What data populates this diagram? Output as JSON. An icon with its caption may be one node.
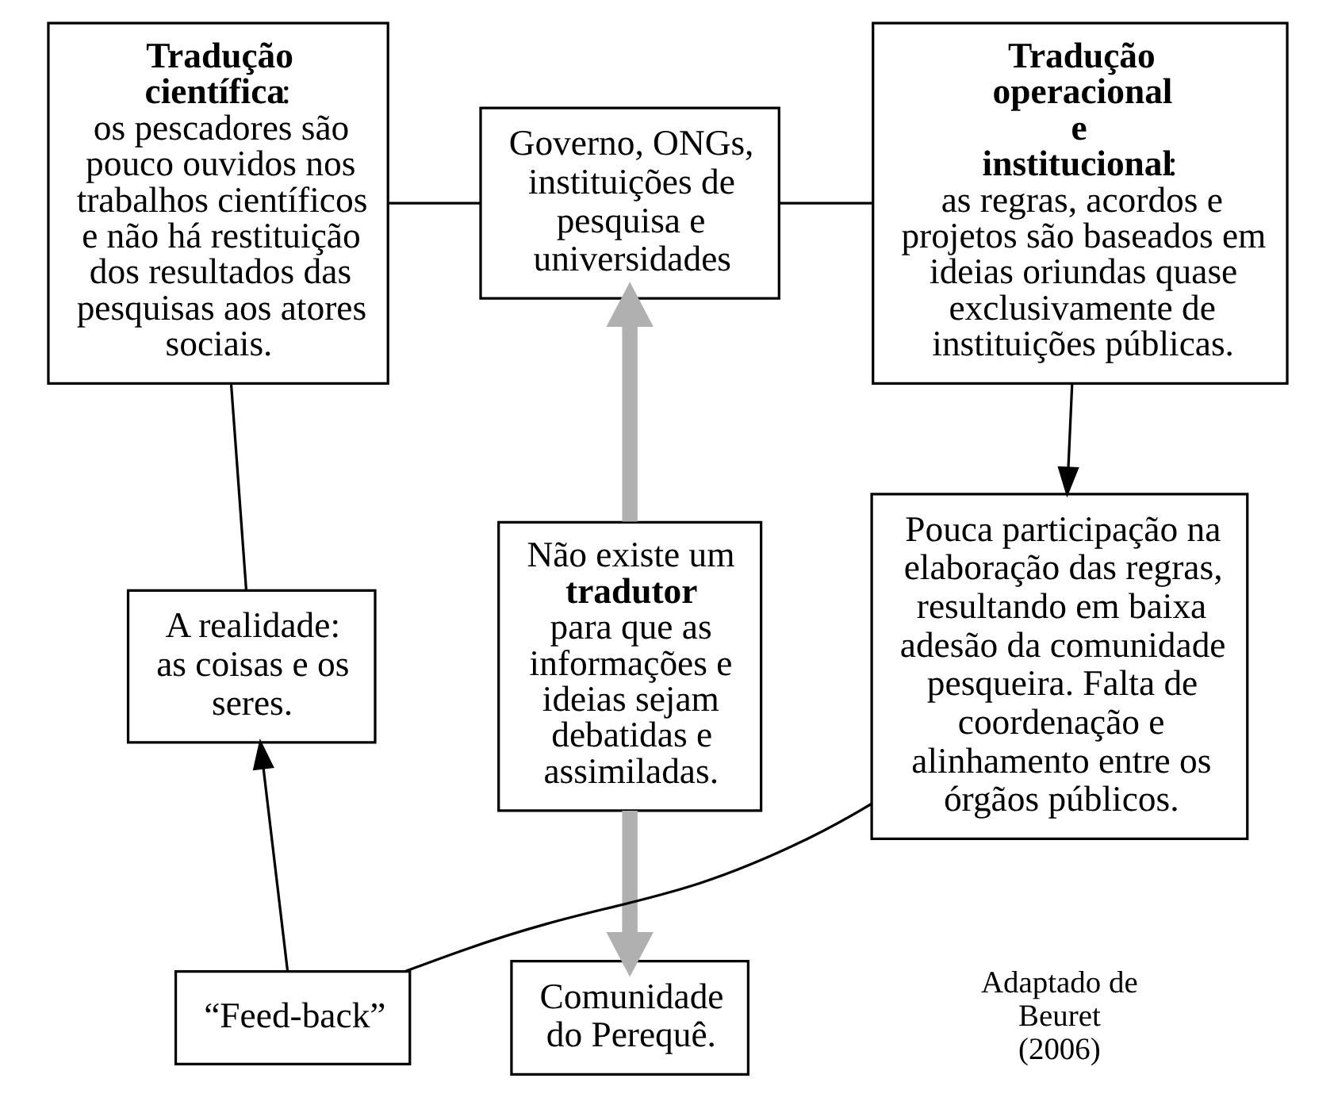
{
  "diagram": {
    "nodes": [
      {
        "text": [
          "Governo, ONGs, instituições de pesquisa e universidades"
        ]
      },
      {
        "text": [
          "**Tradução científica**: os pescadores são pouco ouvidos nos trabalhos científicos e não há restituição dos resultados das pesquisas aos atores sociais."
        ]
      },
      {
        "text": [
          "**Tradução operacional e institucional**: as regras, acordos e projetos são baseados em ideias oriundas quase exclusivamente de instituições públicas."
        ]
      },
      {
        "text": [
          "Não existe um **tradutor** para que as informações e ideias sejam debatidas e assimiladas."
        ]
      },
      {
        "text": [
          "A realidade: as coisas e os seres."
        ]
      },
      {
        "text": [
          "Pouca participação na elaboração das regras, resultando em baixa adesão da comunidade pesqueira. Falta de coordenação e alinhamento entre os órgãos públicos."
        ]
      },
      {
        "text": [
          "Comunidade do Perequê."
        ]
      },
      {
        "text": [
          "“Feed-back”"
        ]
      }
    ],
    "edges": [
      {
        "from": 4,
        "to": 1,
        "arrow": "none"
      },
      {
        "from": 1,
        "to": 0,
        "arrow": "none"
      },
      {
        "from": 0,
        "to": 2,
        "arrow": "none"
      },
      {
        "from": 2,
        "to": 5,
        "arrow": "to"
      },
      {
        "from": 5,
        "to": 7,
        "arrow": "none"
      },
      {
        "from": 7,
        "to": 4,
        "arrow": "to"
      },
      {
        "from": 3,
        "to": 0,
        "arrow": "to",
        "style": "thick",
        "color": "#b0b0b0"
      },
      {
        "from": 3,
        "to": 6,
        "arrow": "to",
        "style": "thick",
        "color": "#b0b0b0"
      }
    ],
    "labels": [
      "Adaptado de Beuret (2006)"
    ]
  }
}
